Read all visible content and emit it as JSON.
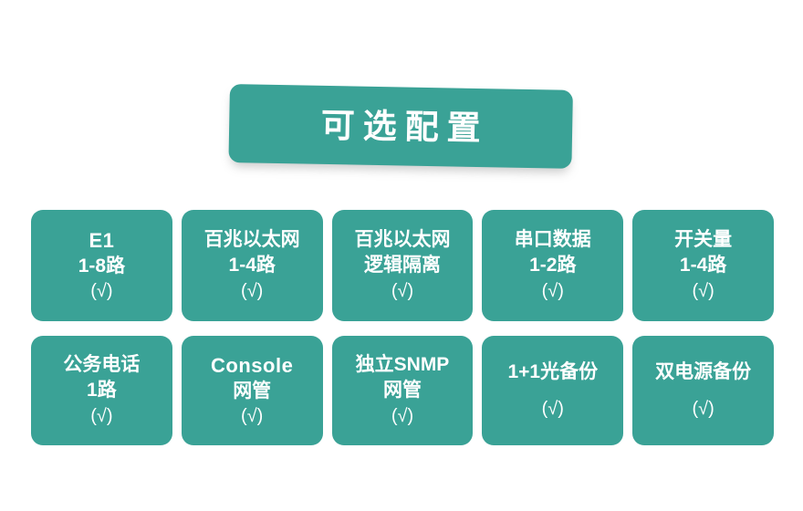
{
  "banner": {
    "title": "可选配置",
    "color": "#3aa296",
    "text_color": "#ffffff"
  },
  "page": {
    "background": "#ffffff",
    "card_color": "#3aa296"
  },
  "grid": {
    "rows": [
      {
        "cards": [
          {
            "lines": [
              "E1",
              "1-8路"
            ],
            "check": "(√)"
          },
          {
            "lines": [
              "百兆以太网",
              "1-4路"
            ],
            "check": "(√)"
          },
          {
            "lines": [
              "百兆以太网",
              "逻辑隔离"
            ],
            "check": "(√)"
          },
          {
            "lines": [
              "串口数据",
              "1-2路"
            ],
            "check": "(√)"
          },
          {
            "lines": [
              "开关量",
              "1-4路"
            ],
            "check": "(√)"
          }
        ]
      },
      {
        "cards": [
          {
            "lines": [
              "公务电话",
              "1路"
            ],
            "check": "(√)"
          },
          {
            "lines": [
              "Console",
              "网管"
            ],
            "check": "(√)"
          },
          {
            "lines": [
              "独立SNMP",
              "网管"
            ],
            "check": "(√)"
          },
          {
            "lines": [
              "1+1光备份"
            ],
            "check": "(√)"
          },
          {
            "lines": [
              "双电源备份"
            ],
            "check": "(√)"
          }
        ]
      }
    ]
  }
}
